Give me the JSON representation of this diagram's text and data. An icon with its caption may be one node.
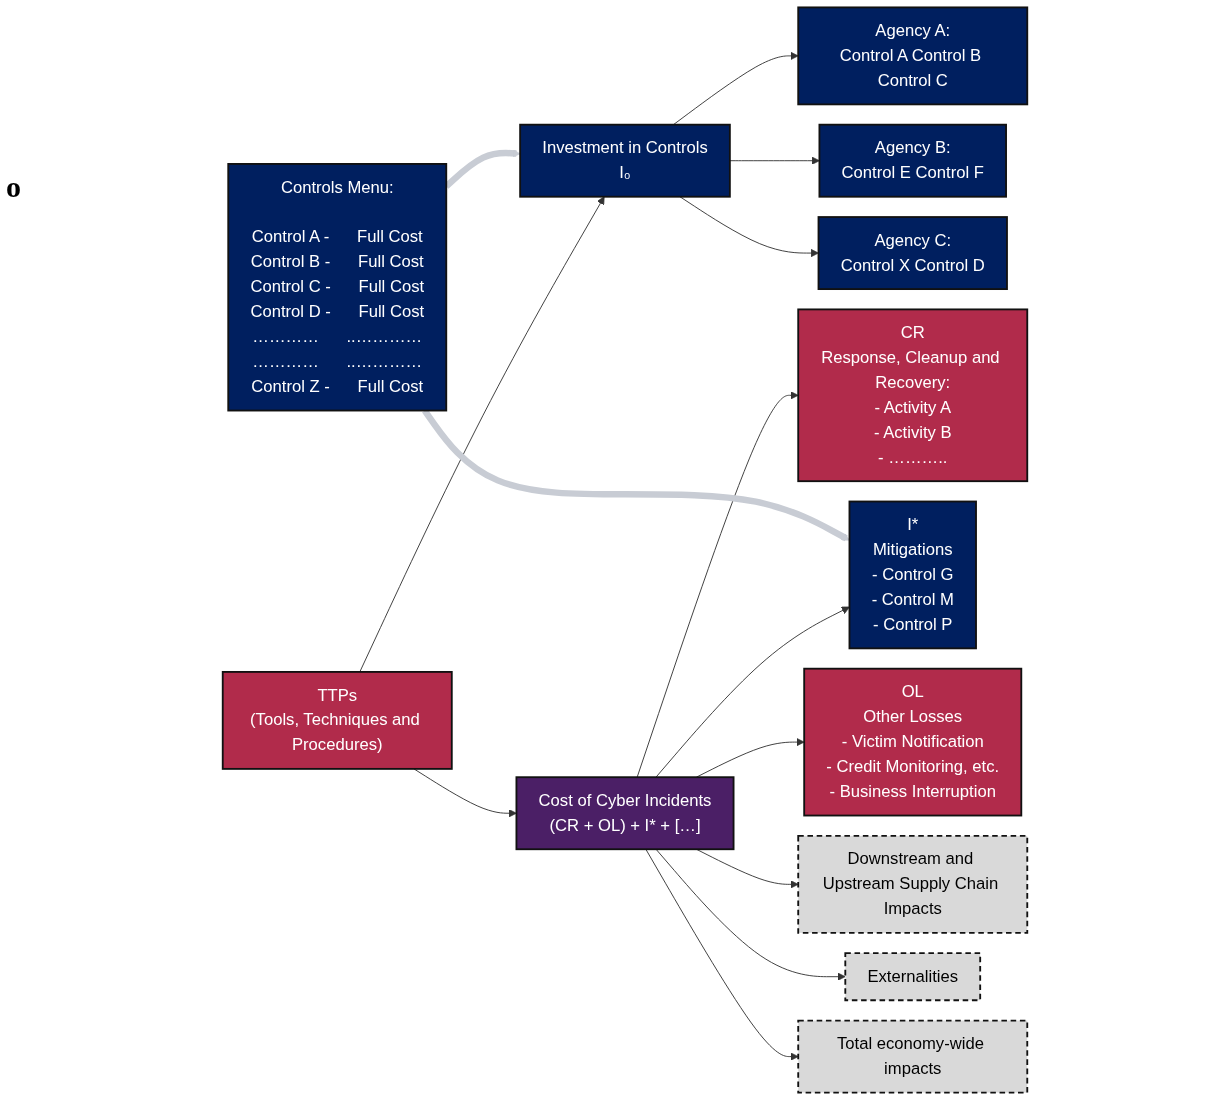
{
  "diagram": {
    "nodes": [
      {
        "text": [
          "TTPs",
          "(Tools, Techniques and Procedures)"
        ]
      },
      {
        "text": [
          "Investment in Controls",
          "I₀"
        ]
      },
      {
        "text": [
          "Cost of Cyber Incidents",
          "(CR + OL) + I* + […]"
        ]
      },
      {
        "text": [
          "Agency A:",
          "Control A Control B Control C"
        ]
      },
      {
        "text": [
          "Agency B:",
          "Control E Control F"
        ]
      },
      {
        "text": [
          "Agency C:",
          "Control X Control D"
        ]
      },
      {
        "text": [
          "CR",
          "Response, Cleanup and Recovery:",
          "- Activity A",
          "- Activity B",
          "- ……….."
        ]
      },
      {
        "text": [
          "OL",
          "Other Losses",
          "- Victim Notification",
          "- Credit Monitoring, etc.",
          "- Business Interruption"
        ]
      },
      {
        "text": [
          "I*",
          "Mitigations",
          "- Control G",
          "- Control M",
          "- Control P"
        ]
      },
      {
        "text": [
          "Downstream and Upstream Supply Chain Impacts"
        ]
      },
      {
        "text": [
          "Externalities"
        ]
      },
      {
        "text": [
          "Total economy-wide impacts"
        ]
      },
      {
        "text": [
          "Controls Menu:",
          "Control A -",
          "Full Cost",
          "Control B -",
          "Full Cost",
          "Control C -",
          "Full Cost",
          "Control D -",
          "Full Cost",
          "…………",
          "..…………",
          "…………",
          "..…………",
          "Control Z -",
          "Full Cost"
        ]
      }
    ],
    "edges": [
      {
        "from": 0,
        "to": 1,
        "arrow": "to"
      },
      {
        "from": 0,
        "to": 2,
        "arrow": "to"
      },
      {
        "from": 1,
        "to": 3,
        "arrow": "to"
      },
      {
        "from": 1,
        "to": 4,
        "arrow": "to"
      },
      {
        "from": 1,
        "to": 5,
        "arrow": "to"
      },
      {
        "from": 2,
        "to": 6,
        "arrow": "to"
      },
      {
        "from": 2,
        "to": 7,
        "arrow": "to"
      },
      {
        "from": 2,
        "to": 8,
        "arrow": "to"
      },
      {
        "from": 2,
        "to": 9,
        "arrow": "to"
      },
      {
        "from": 2,
        "to": 10,
        "arrow": "to"
      },
      {
        "from": 2,
        "to": 11,
        "arrow": "to"
      },
      {
        "from": 12,
        "to": 1,
        "arrow": "to",
        "style": "thick",
        "color": "#c8ccd4"
      },
      {
        "from": 12,
        "to": 8,
        "arrow": "to",
        "style": "thick",
        "color": "#c8ccd4"
      }
    ],
    "labels": [
      "o"
    ]
  }
}
